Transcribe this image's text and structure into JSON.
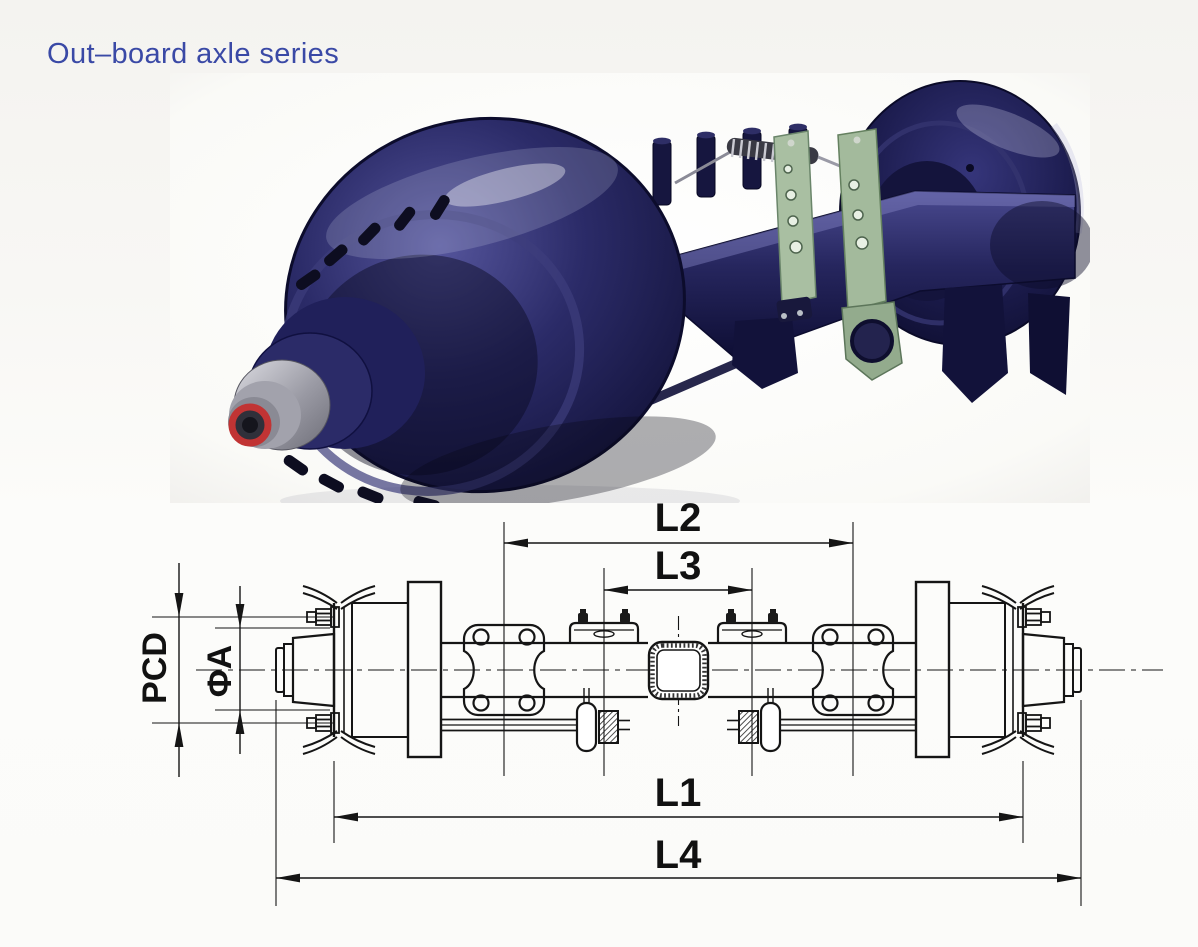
{
  "page": {
    "title": "Out–board axle series",
    "title_color": "#3a49a6",
    "background_color": "#f6f5f2"
  },
  "photo": {
    "subject": "out-board-axle-assembly-photo",
    "colors": {
      "axle_navy": "#23235c",
      "axle_navy_dark": "#0e0e30",
      "axle_highlight": "#6d6dab",
      "bracket_green": "#a9bfa2",
      "hub_silver": "#b9b9c2",
      "hub_cap_red": "#c13434",
      "spring_silver": "#c9c9d1"
    }
  },
  "diagram": {
    "line_color": "#151515",
    "dimension_labels": {
      "l1": "L1",
      "l2": "L2",
      "l3": "L3",
      "l4": "L4",
      "pcd": "PCD",
      "phi_a": "ΦA"
    }
  }
}
